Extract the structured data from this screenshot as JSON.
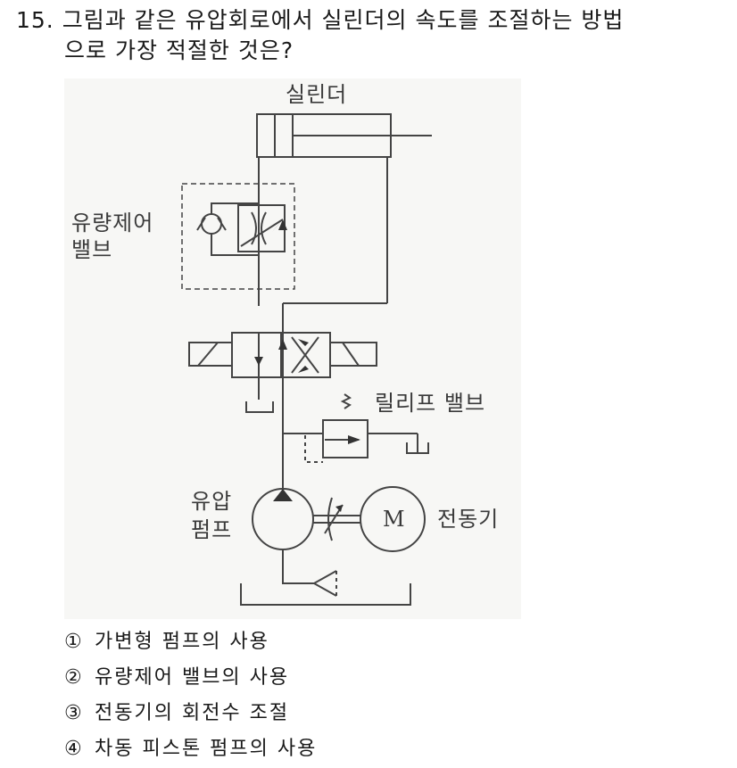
{
  "question": {
    "number": "15.",
    "text_line1": "그림과 같은 유압회로에서 실린더의 속도를 조절하는 방법",
    "text_line2": "으로 가장 적절한 것은?"
  },
  "diagram": {
    "labels": {
      "cylinder": "실린더",
      "flow_control_valve_1": "유량제어",
      "flow_control_valve_2": "밸브",
      "relief_valve": "릴리프 밸브",
      "pump_1": "유압",
      "pump_2": "펌프",
      "motor_symbol": "M",
      "motor": "전동기"
    }
  },
  "choices": [
    {
      "num": "①",
      "text": "가변형 펌프의 사용"
    },
    {
      "num": "②",
      "text": "유량제어 밸브의 사용"
    },
    {
      "num": "③",
      "text": "전동기의 회전수 조절"
    },
    {
      "num": "④",
      "text": "차동 피스톤 펌프의 사용"
    }
  ]
}
